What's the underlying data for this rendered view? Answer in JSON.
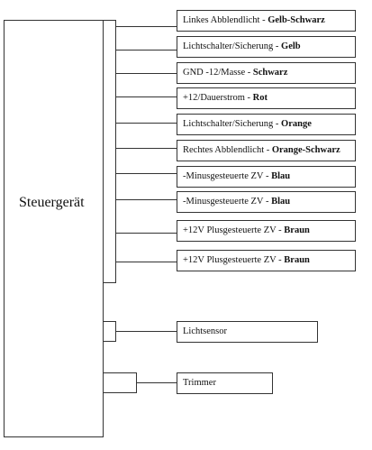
{
  "control_unit": {
    "label": "Steuergerät"
  },
  "connections": [
    {
      "text": "Linkes Abblendlicht - ",
      "strong": "Gelb-Schwarz"
    },
    {
      "text": "Lichtschalter/Sicherung   -   ",
      "strong": "Gelb"
    },
    {
      "text": "GND -12/Masse    -    ",
      "strong": "Schwarz"
    },
    {
      "text": "+12/Dauerstrom       -         ",
      "strong": "Rot"
    },
    {
      "text": "Lichtschalter/Sicherung  -    ",
      "strong": "Orange"
    },
    {
      "text": "Rechtes Abblendlicht - ",
      "strong": "Orange-Schwarz"
    },
    {
      "text": "-Minusgesteuerte ZV  - ",
      "strong": "Blau"
    },
    {
      "text": "-Minusgesteuerte ZV  - ",
      "strong": "Blau"
    },
    {
      "text": "+12V Plusgesteuerte ZV  - ",
      "strong": "Braun"
    },
    {
      "text": "+12V Plusgesteuerte ZV  - ",
      "strong": "Braun"
    }
  ],
  "sensors": [
    {
      "text": "Lichtsensor"
    },
    {
      "text": "Trimmer"
    }
  ]
}
